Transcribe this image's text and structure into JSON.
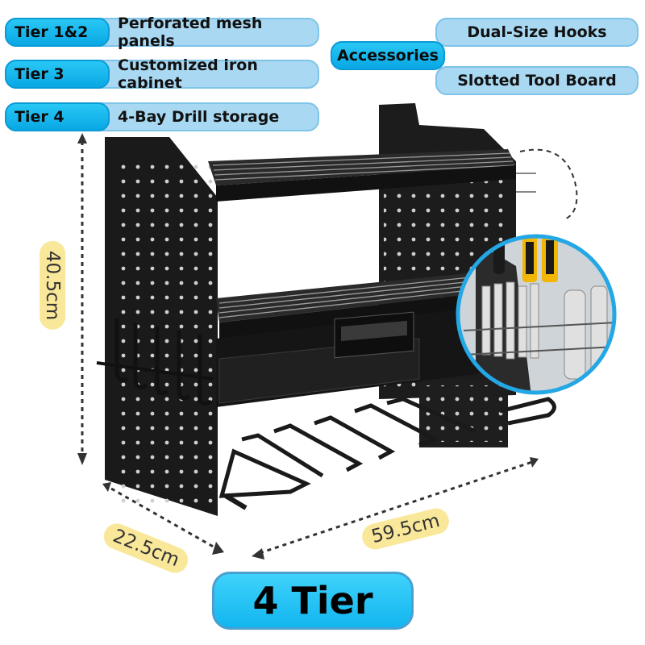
{
  "tiers": [
    {
      "tier": "Tier 1&2",
      "feature": "Perforated mesh panels"
    },
    {
      "tier": "Tier 3",
      "feature": "Customized iron cabinet"
    },
    {
      "tier": "Tier 4",
      "feature": "4-Bay Drill storage"
    }
  ],
  "accessories": {
    "label": "Accessories",
    "items": [
      "Dual-Size Hooks",
      "Slotted Tool Board"
    ]
  },
  "dimensions": {
    "height": "40.5cm",
    "depth": "22.5cm",
    "width": "59.5cm"
  },
  "title": "4 Tier",
  "colors": {
    "accent": "#14b4ee",
    "pill": "#a9d8f2",
    "dimension_badge": "#f9e79a",
    "rack": "#1c1c1c"
  }
}
